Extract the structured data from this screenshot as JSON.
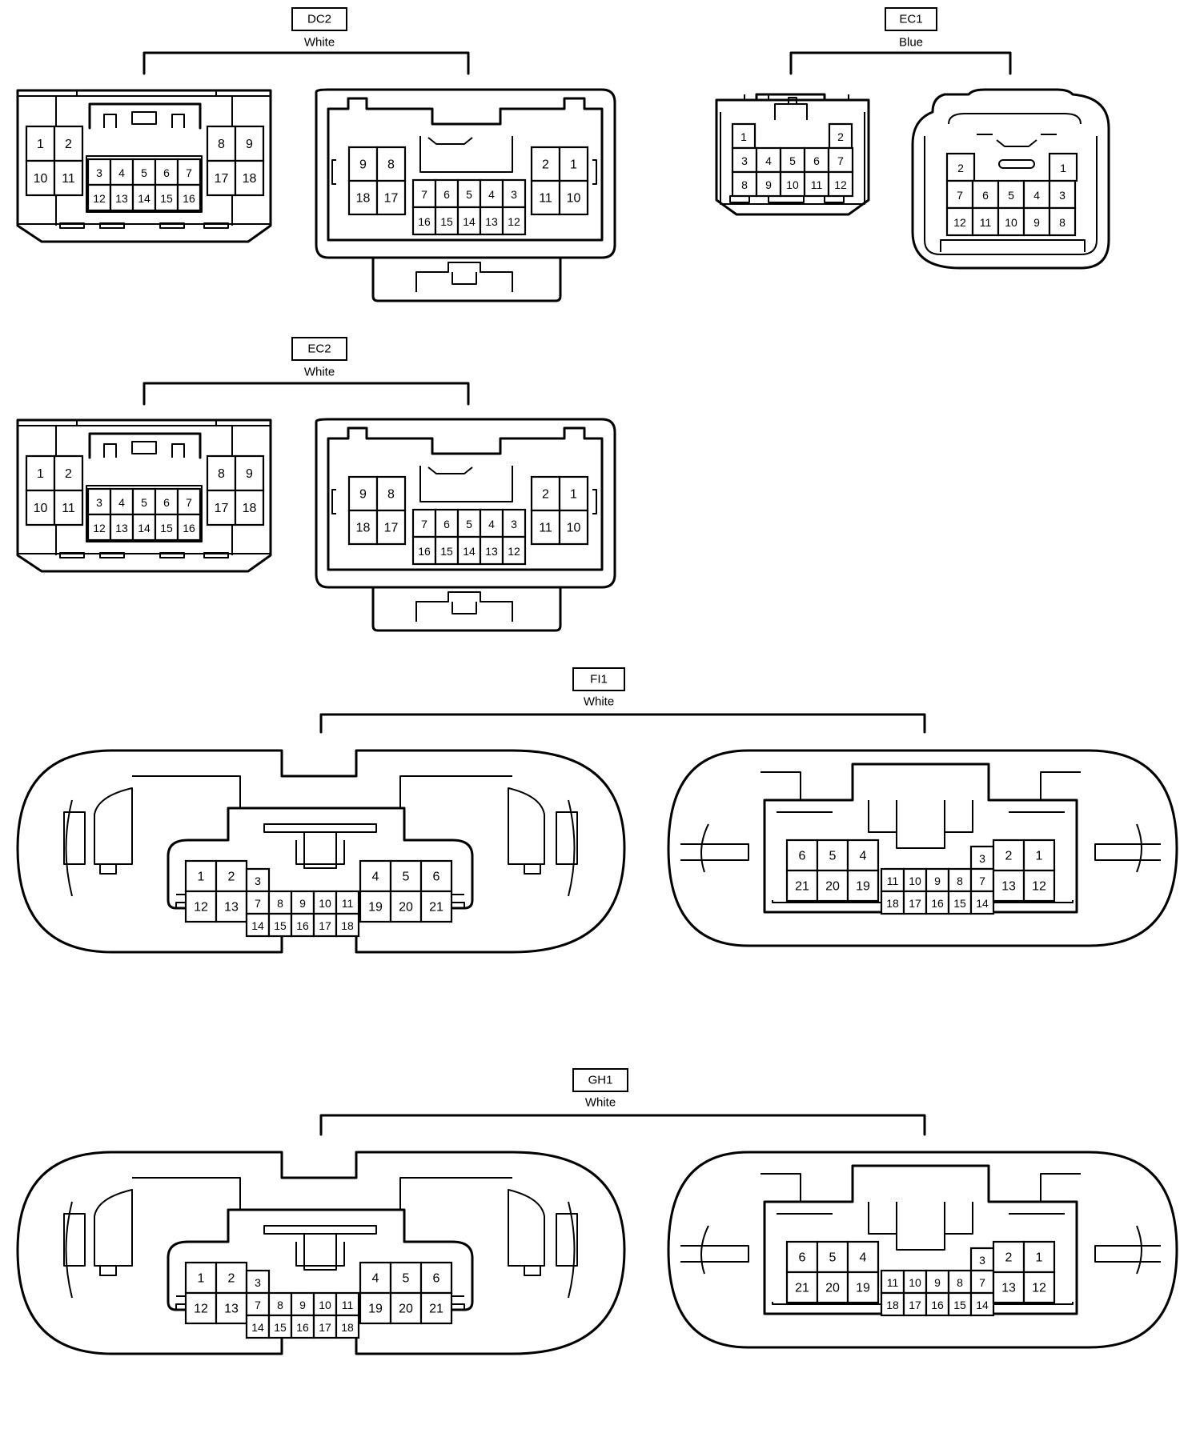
{
  "connectors": [
    {
      "id": "DC2",
      "color": "White",
      "pins": 18
    },
    {
      "id": "EC1",
      "color": "Blue",
      "pins": 12
    },
    {
      "id": "EC2",
      "color": "White",
      "pins": 18
    },
    {
      "id": "FI1",
      "color": "White",
      "pins": 21
    },
    {
      "id": "GH1",
      "color": "White",
      "pins": 21
    }
  ]
}
